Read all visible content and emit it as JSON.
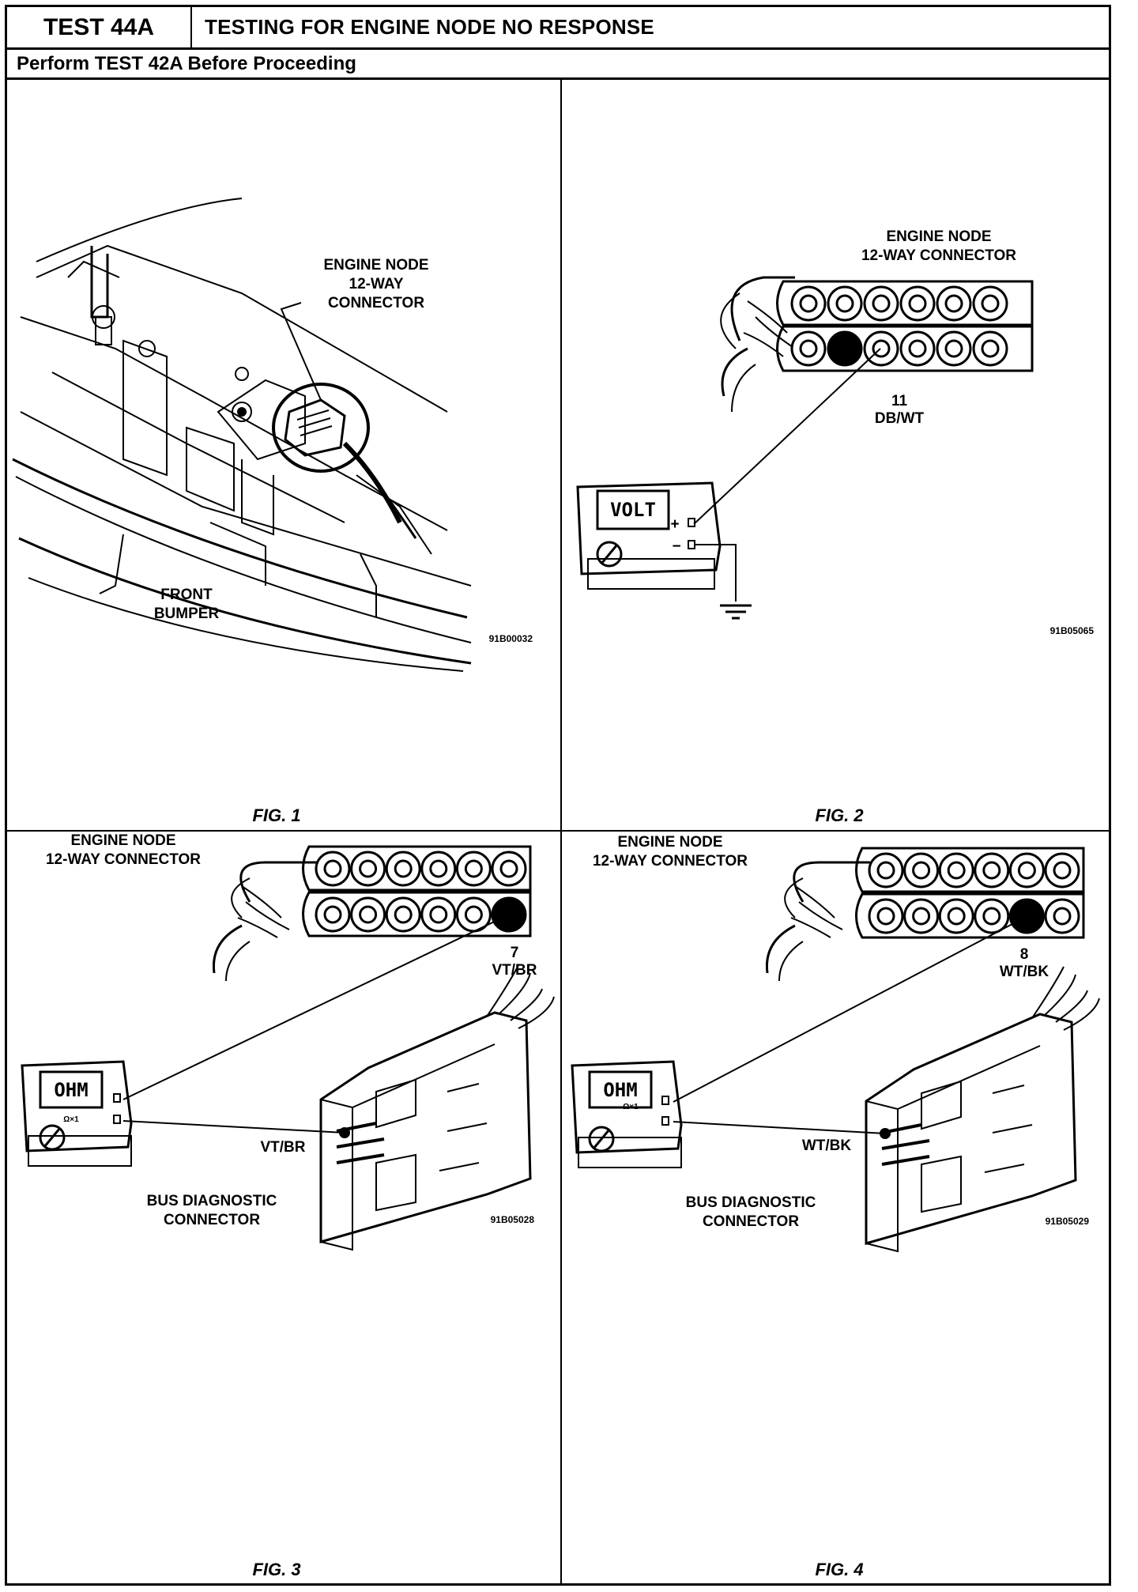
{
  "header": {
    "test_id": "TEST 44A",
    "title": "TESTING FOR ENGINE NODE NO RESPONSE",
    "subtitle": "Perform TEST 42A Before Proceeding"
  },
  "figures": [
    {
      "label": "FIG. 1",
      "callouts": [
        "ENGINE NODE",
        "12-WAY",
        "CONNECTOR",
        "FRONT",
        "BUMPER"
      ],
      "code": "91B00032"
    },
    {
      "label": "FIG. 2",
      "callouts": [
        "ENGINE NODE",
        "12-WAY CONNECTOR"
      ],
      "pin": "11",
      "wire": "DB/WT",
      "meter": "VOLT",
      "code": "91B05065"
    },
    {
      "label": "FIG. 3",
      "callouts": [
        "ENGINE NODE",
        "12-WAY CONNECTOR",
        "BUS DIAGNOSTIC",
        "CONNECTOR"
      ],
      "pin": "7",
      "wire": "VT/BR",
      "wire_at_bus": "VT/BR",
      "meter": "OHM",
      "range": "Ω×1",
      "code": "91B05028"
    },
    {
      "label": "FIG. 4",
      "callouts": [
        "ENGINE NODE",
        "12-WAY CONNECTOR",
        "BUS DIAGNOSTIC",
        "CONNECTOR"
      ],
      "pin": "8",
      "wire": "WT/BK",
      "wire_at_bus": "WT/BK",
      "meter": "OHM",
      "range": "Ω×1",
      "code": "91B05029"
    }
  ]
}
